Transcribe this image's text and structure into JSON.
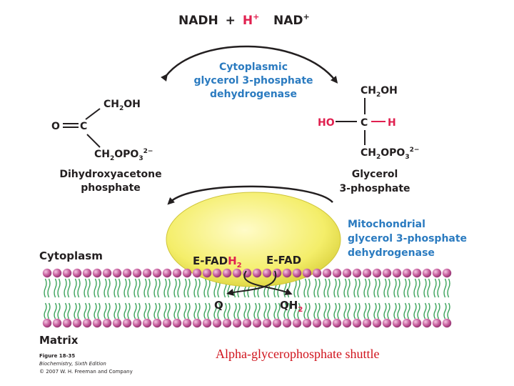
{
  "nadh_reaction": {
    "nadh_prefix": "NADH",
    "plus": "+",
    "h_plus": "H",
    "h_plus_sup": "+",
    "nad_plus": "NAD",
    "nad_plus_sup": "+"
  },
  "cyto_enzyme": {
    "line1": "Cytoplasmic",
    "line2": "glycerol 3-phosphate",
    "line3": "dehydrogenase"
  },
  "dhap": {
    "ch2oh": "CH",
    "ch2oh_sub": "2",
    "ch2oh_tail": "OH",
    "o": "O",
    "c": "C",
    "ch2opo3": "CH",
    "ch2opo3_sub": "2",
    "ch2opo3_tail": "OPO",
    "ch2opo3_sub2": "3",
    "ch2opo3_sup": "2−",
    "name_line1": "Dihydroxyacetone",
    "name_line2": "phosphate"
  },
  "g3p": {
    "ch2oh": "CH",
    "ch2oh_sub": "2",
    "ch2oh_tail": "OH",
    "ho": "HO",
    "c": "C",
    "h": "H",
    "ch2opo3": "CH",
    "ch2opo3_sub": "2",
    "ch2opo3_tail": "OPO",
    "ch2opo3_sub2": "3",
    "ch2opo3_sup": "2−",
    "name_line1": "Glycerol",
    "name_line2": "3-phosphate"
  },
  "mito_enzyme": {
    "line1": "Mitochondrial",
    "line2": "glycerol 3-phosphate",
    "line3": "dehydrogenase"
  },
  "fad": {
    "efadh2": "E-FAD",
    "efadh2_h": "H",
    "efadh2_sub": "2",
    "efad": "E-FAD"
  },
  "quinone": {
    "q": "Q",
    "qh2": "QH",
    "qh2_sub": "2"
  },
  "compartments": {
    "cytoplasm": "Cytoplasm",
    "matrix": "Matrix"
  },
  "credit": {
    "figure": "Figure 18-35",
    "book": "Biochemistry, Sixth Edition",
    "copyright": "© 2007 W. H. Freeman and Company"
  },
  "caption": "Alpha-glycerophosphate shuttle",
  "colors": {
    "blue": "#2b7bc0",
    "red": "#e0204f",
    "enzyme_yellow": "#f4ee6a",
    "lipid_head": "#c45a9a",
    "lipid_tail": "#3aa35a",
    "caption_red": "#d0121b"
  }
}
